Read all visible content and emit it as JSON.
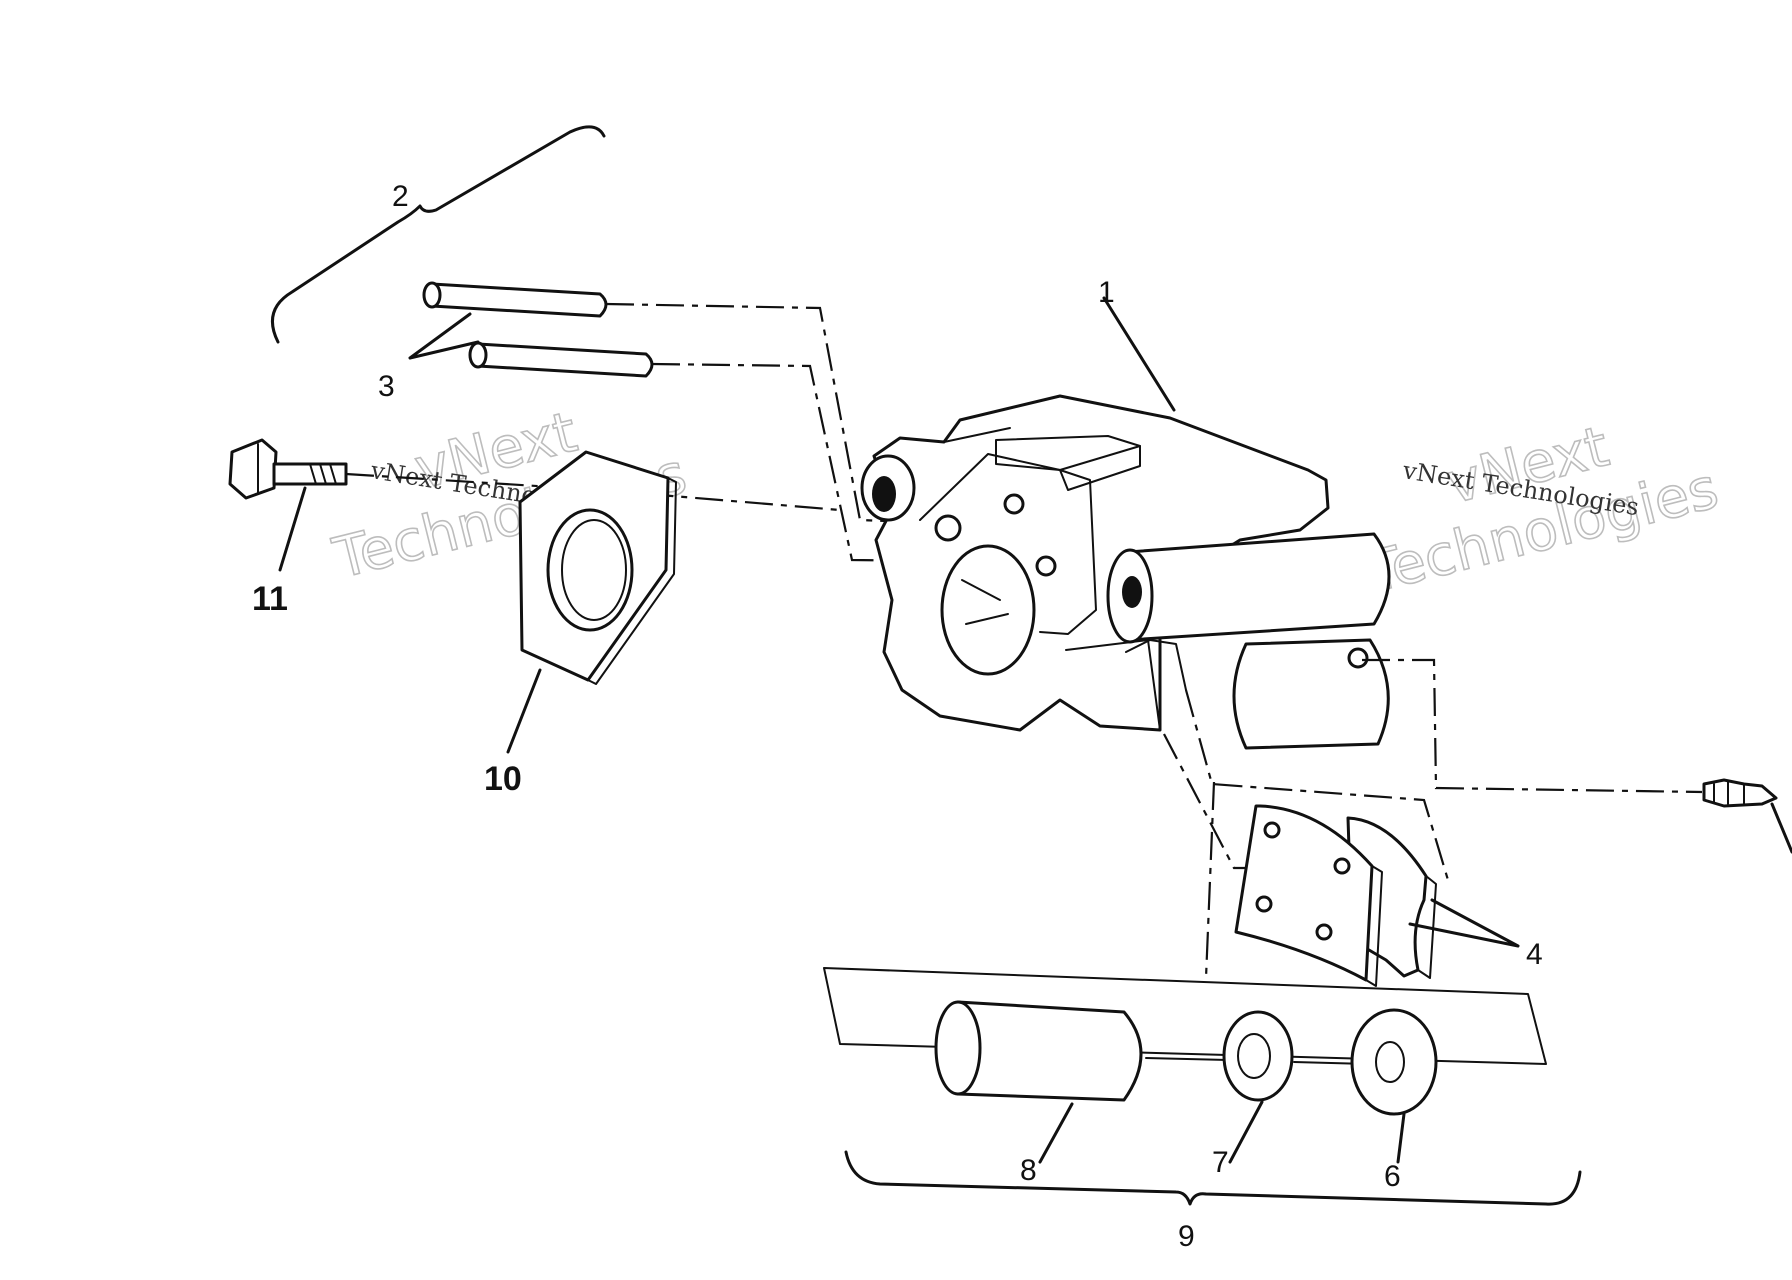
{
  "diagram": {
    "callouts": {
      "c1": "1",
      "c2": "2",
      "c3": "3",
      "c4": "4",
      "c6": "6",
      "c7": "7",
      "c8": "8",
      "c9": "9",
      "c10": "10",
      "c11": "11"
    },
    "watermark": {
      "line1": "vNext",
      "line2": "Technologies",
      "caption": "vNext Technologies"
    },
    "colors": {
      "line": "#111111",
      "watermark": "#bdbdbd",
      "background": "#ffffff"
    }
  }
}
